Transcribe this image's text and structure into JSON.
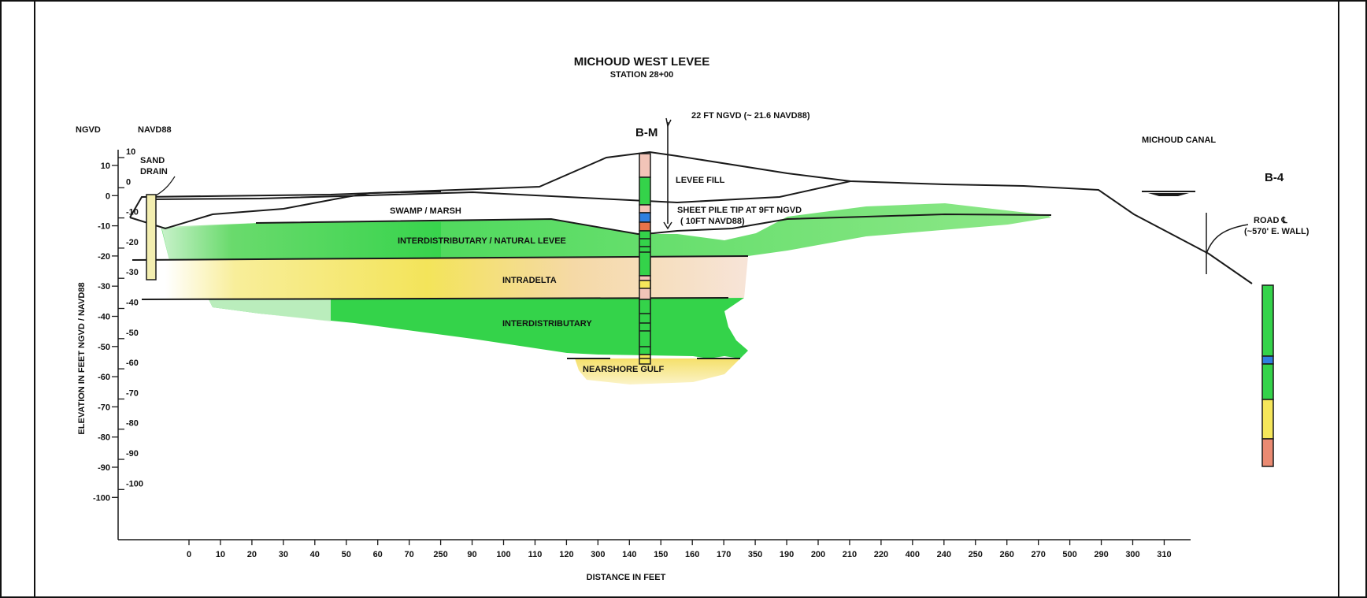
{
  "drawing": {
    "title": "MICHOUD WEST LEVEE",
    "subtitle": "STATION 28+00",
    "left_datum_label": "NGVD",
    "right_datum_label": "NAVD88",
    "y_axis_label": "ELEVATION IN FEET NGVD / NAVD88",
    "x_axis_label": "DISTANCE IN FEET",
    "ngvd_ticks": [
      "10",
      "0",
      "-10",
      "-20",
      "-30",
      "-40",
      "-50",
      "-60",
      "-70",
      "-80",
      "-90",
      "-100"
    ],
    "navd_ticks": [
      "10",
      "0",
      "-10",
      "-20",
      "-30",
      "-40",
      "-50",
      "-60",
      "-70",
      "-80",
      "-90",
      "-100"
    ],
    "x_ticks": [
      "0",
      "10",
      "20",
      "30",
      "40",
      "50",
      "60",
      "70",
      "250",
      "90",
      "100",
      "110",
      "120",
      "300",
      "140",
      "150",
      "160",
      "170",
      "350",
      "190",
      "200",
      "210",
      "220",
      "400",
      "240",
      "250",
      "260",
      "270",
      "500",
      "290",
      "300",
      "310"
    ],
    "annotations": {
      "sand_drain": [
        "SAND",
        "DRAIN"
      ],
      "boring_bm": "B-M",
      "boring_b4": "B-4",
      "sheet_pile_top": "22 FT NGVD (~ 21.6 NAVD88)",
      "sheet_pile_tip": [
        "SHEET PILE TIP AT  9FT NGVD",
        "( 10FT NAVD88)"
      ],
      "michoud_canal": "MICHOUD CANAL",
      "road": [
        "ROAD ℄",
        "(~570' E. WALL)"
      ]
    },
    "layers": {
      "levee_fill": "LEVEE FILL",
      "swamp": "SWAMP / MARSH",
      "interdistributary_natural_levee": "INTERDISTRIBUTARY / NATURAL LEVEE",
      "intradelta": "INTRADELTA",
      "interdistributary": "INTERDISTRIBUTARY",
      "nearshore": "NEARSHORE GULF"
    },
    "colors": {
      "green": "#34d34a",
      "yellow": "#f5e65a",
      "pink": "#f2c4b8",
      "blue": "#2f7fe0",
      "orange": "#e8734a",
      "salmon": "#ea8a72",
      "line": "#1a1a1a"
    }
  }
}
